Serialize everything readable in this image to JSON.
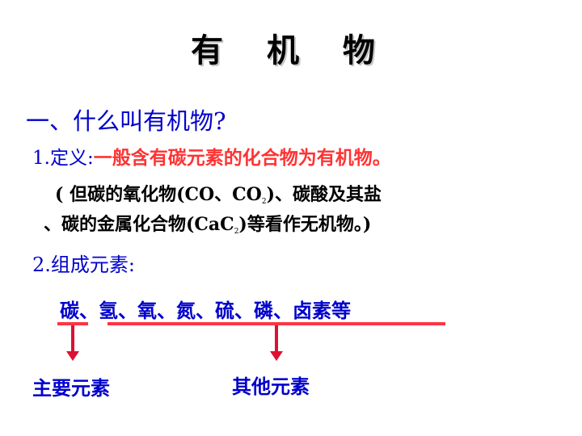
{
  "slide": {
    "title": "有 机 物",
    "heading1": "一、什么叫有机物?",
    "definition": {
      "label": "1.定义:",
      "text": "一般含有碳元素的化合物为有机物。"
    },
    "note": {
      "line1_prefix": "( 但碳的氧化物(CO、CO",
      "line1_sub": "2",
      "line1_suffix": ")、碳酸及其盐",
      "line2_prefix": "、碳的金属化合物(CaC",
      "line2_sub": "2",
      "line2_suffix": ")等看作无机物。)"
    },
    "heading2": "2.组成元素:",
    "elements": "碳、氢、氧、氮、硫、磷、卤素等",
    "main_label": "主要元素",
    "other_label": "其他元素",
    "colors": {
      "blue_text": "#0000cc",
      "red_text": "#ff3333",
      "arrow": "#dd1133"
    }
  }
}
